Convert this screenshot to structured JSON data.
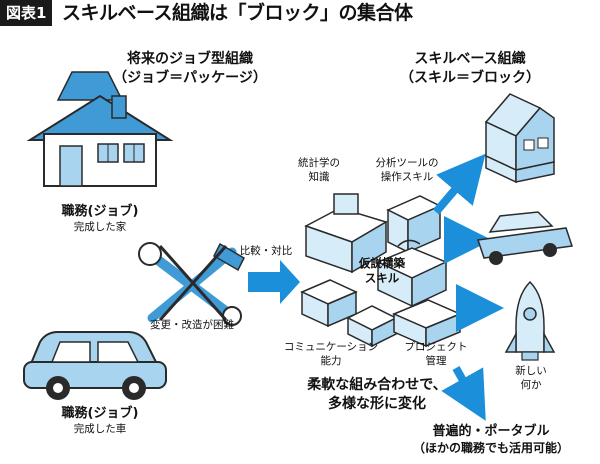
{
  "title": {
    "tag": "図表1",
    "text": "スキルベース組織は「ブロック」の集合体"
  },
  "left": {
    "heading_line1": "将来のジョブ型組織",
    "heading_line2": "（ジョブ＝パッケージ）",
    "house_caption": "職務(ジョブ)",
    "house_sub": "完成した家",
    "tools_label": "変更・改造が困難",
    "car_caption": "職務(ジョブ)",
    "car_sub": "完成した車",
    "arrow_label": "比較・対比"
  },
  "right": {
    "heading_line1": "スキルベース組織",
    "heading_line2": "（スキル＝ブロック）",
    "skill_stats_line1": "統計学の",
    "skill_stats_line2": "知識",
    "skill_tool_line1": "分析ツールの",
    "skill_tool_line2": "操作スキル",
    "skill_hypo_line1": "仮説構築",
    "skill_hypo_line2": "スキル",
    "skill_comm_line1": "コミュニケーション",
    "skill_comm_line2": "能力",
    "skill_pm_line1": "プロジェクト",
    "skill_pm_line2": "管理",
    "flex_line1": "柔軟な組み合わせで、",
    "flex_line2": "多様な形に変化",
    "rocket_line1": "新しい",
    "rocket_line2": "何か",
    "portable_line1": "普遍的・ポータブル",
    "portable_line2": "（ほかの職務でも活用可能）"
  },
  "colors": {
    "accent_blue": "#1b8fd9",
    "block_light": "#d6ecf8",
    "block_mid": "#a9d4ef",
    "outline": "#2a2a2a",
    "house_roof": "#3f9ad6"
  },
  "icons": [
    "house-icon",
    "wrench-icon",
    "hammer-icon",
    "car-icon",
    "block-building-icon",
    "block-car-icon",
    "rocket-icon",
    "arrow-right-icon"
  ]
}
